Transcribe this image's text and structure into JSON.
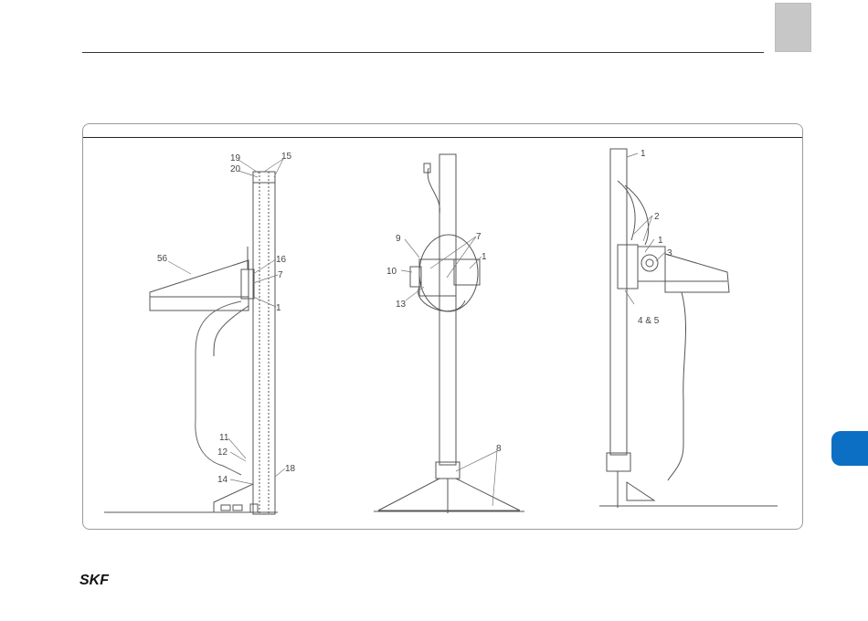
{
  "brand": {
    "logo_text": "SKF",
    "accent_color": "#0d6fc4",
    "tab_color": "#c7c7c7"
  },
  "drawings": {
    "left": {
      "callouts": [
        "19",
        "20",
        "15",
        "56",
        "16",
        "7",
        "1",
        "11",
        "12",
        "14",
        "18"
      ]
    },
    "middle": {
      "callouts": [
        "9",
        "7",
        "10",
        "1",
        "13",
        "8"
      ]
    },
    "right": {
      "callouts": [
        "1",
        "2",
        "1",
        "3",
        "4 & 5"
      ]
    }
  }
}
